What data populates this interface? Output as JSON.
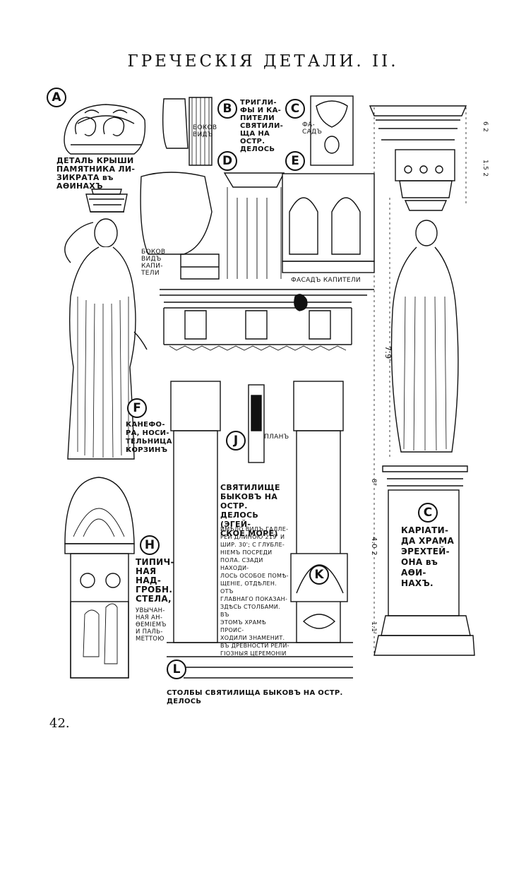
{
  "page": {
    "title": "ГРЕЧЕСКІЯ ДЕТАЛИ. II.",
    "page_number": "42."
  },
  "markers": {
    "A": "A",
    "B": "B",
    "C_top": "C",
    "D": "D",
    "E": "E",
    "F": "F",
    "H": "H",
    "J": "J",
    "K": "K",
    "L": "L",
    "C_right": "C"
  },
  "labels": {
    "detail_roof": "ДЕТАЛЬ КРЫШИ\nПАМЯТНИКА ЛИ-\nЗИКРАТА въ АѲИНАХЪ",
    "side_view_b": "БОКОВ\nВИДЪ",
    "triglyphs": "ТРИГЛИ-\nФЫ И КА-\nПИТЕЛИ\nСВЯТИЛИ-\nЩА НА ОСТР.\nДЕЛОСЬ",
    "facade_c": "ФА-\nСАДЪ",
    "side_view_capital": "БОКОВ\nВИДЪ\nКАПИ-\nТЕЛИ",
    "facade_capital": "ФАСАДЪ КАПИТЕЛИ",
    "kanephora": "КАНЕФО-\nРА, НОСИ-\nТЕЛЬНИЦА\nКОРЗИНЪ",
    "plan": "ПЛАНЪ",
    "sanctuary": "СВЯТИЛИЩЕ\nБЫКОВЪ НА ОСТР.\nДЕЛОСЬ (ЭГЕЙ-\nСКОЕ МОРЕ)",
    "sanctuary_text": "ИМѢЛО ВИДЪ ГАЛЛЕ-\nРЕИ ДЛИНОЮ 219' И\nШИР. 30'; С ГЛУБЛЕ-\nНІЕМЪ ПОСРЕДИ\nПОЛА. СЗАДИ НАХОДИ-\nЛОСЬ ОСОБОЕ ПОМѢ-\nЩЕНІЕ, ОТДѢЛЕН. ОТЪ\nГЛАВНАГО ПОКАЗАН-\nЗДѢСЬ СТОЛБАМИ. ВЪ\nЭТОМЪ ХРАМѢ ПРОИС-\nХОДИЛИ ЗНАМЕНИТ.\nВЪ ДРЕВНОСТИ РЕЛИ-\nГІОЗНЫЯ ЦЕРЕМОНІИ",
    "stele": "ТИПИЧ-\nНАЯ\nНАД-\nГРОБН.\nСТЕЛА,",
    "stele_sub": "УВЫЧАН-\nНАЯ АН-\nѲЕМІЕМЪ\nИ ПАЛЬ-\nМЕТТОЮ",
    "caryatid": "КАРІАТИ-\nДА ХРАМА\nЭРЕХТЕЙ-\nОНА въ АѲИ-\nНАХЪ.",
    "pillars": "СТОЛБЫ СВЯТИЛИЩА БЫКОВЪ НА ОСТР. ДЕЛОСЬ",
    "dim_62": "6 2",
    "dim_152": "1.5 2",
    "dim_79": "7.9'",
    "dim_8": "8\"",
    "dim_402": "4.0 2",
    "dim_11": "1.1'"
  }
}
